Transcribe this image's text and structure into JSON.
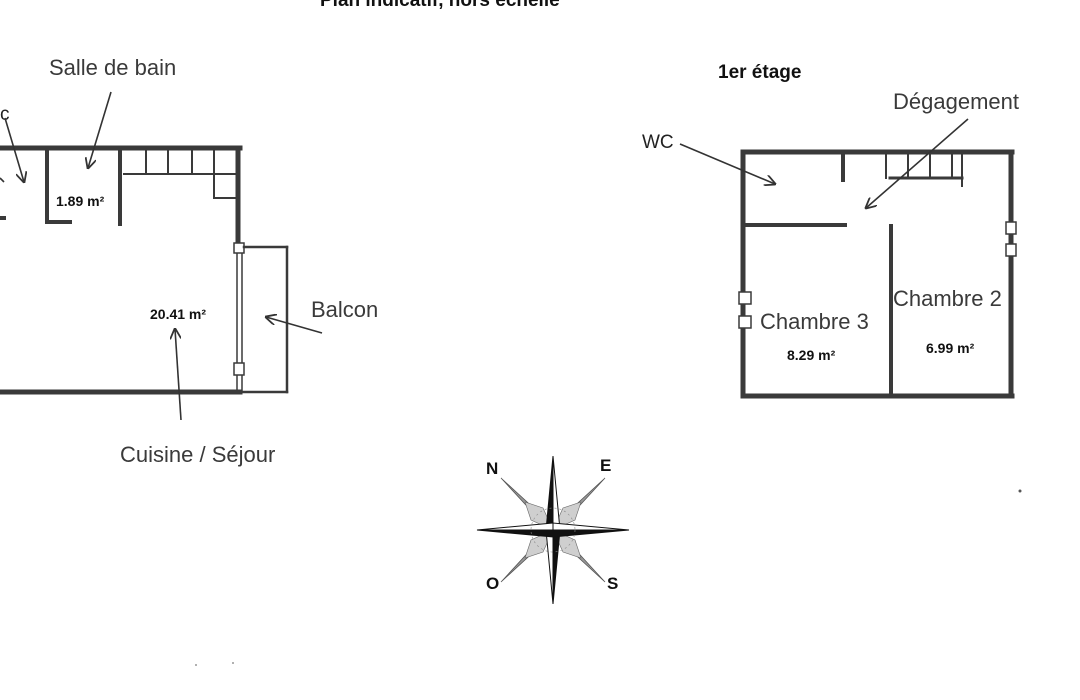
{
  "header": {
    "title": "Plan indicatif, hors échelle"
  },
  "ground_floor": {
    "wc_partial": "c",
    "bathroom": {
      "label": "Salle de bain",
      "area": "1.89 m²"
    },
    "living": {
      "label": "Cuisine / Séjour",
      "area": "20.41 m²"
    },
    "balcony": {
      "label": "Balcon"
    }
  },
  "first_floor": {
    "title": "1er étage",
    "wc": {
      "label": "WC"
    },
    "landing": {
      "label": "Dégagement"
    },
    "bedroom3": {
      "label": "Chambre 3",
      "area": "8.29 m²"
    },
    "bedroom2": {
      "label": "Chambre 2",
      "area": "6.99 m²"
    }
  },
  "compass": {
    "n": "N",
    "e": "E",
    "s": "S",
    "o": "O"
  }
}
